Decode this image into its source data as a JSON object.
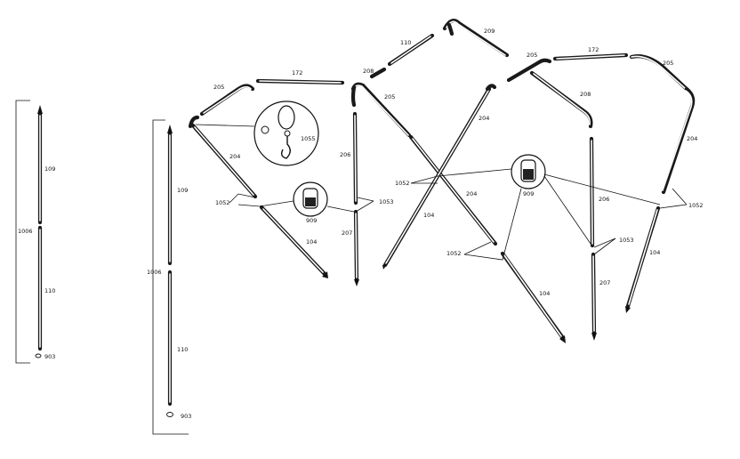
{
  "labels": {
    "pole_104": "104",
    "pole_109": "109",
    "pole_110": "110",
    "pole_172": "172",
    "pole_204": "204",
    "pole_205": "205",
    "pole_206": "206",
    "pole_207": "207",
    "pole_208": "208",
    "pole_209": "209",
    "joint_1052": "1052",
    "joint_1053": "1053",
    "clip_1055": "1055",
    "pole_1006": "1006",
    "cap_903": "903",
    "fitting_909": "909"
  }
}
